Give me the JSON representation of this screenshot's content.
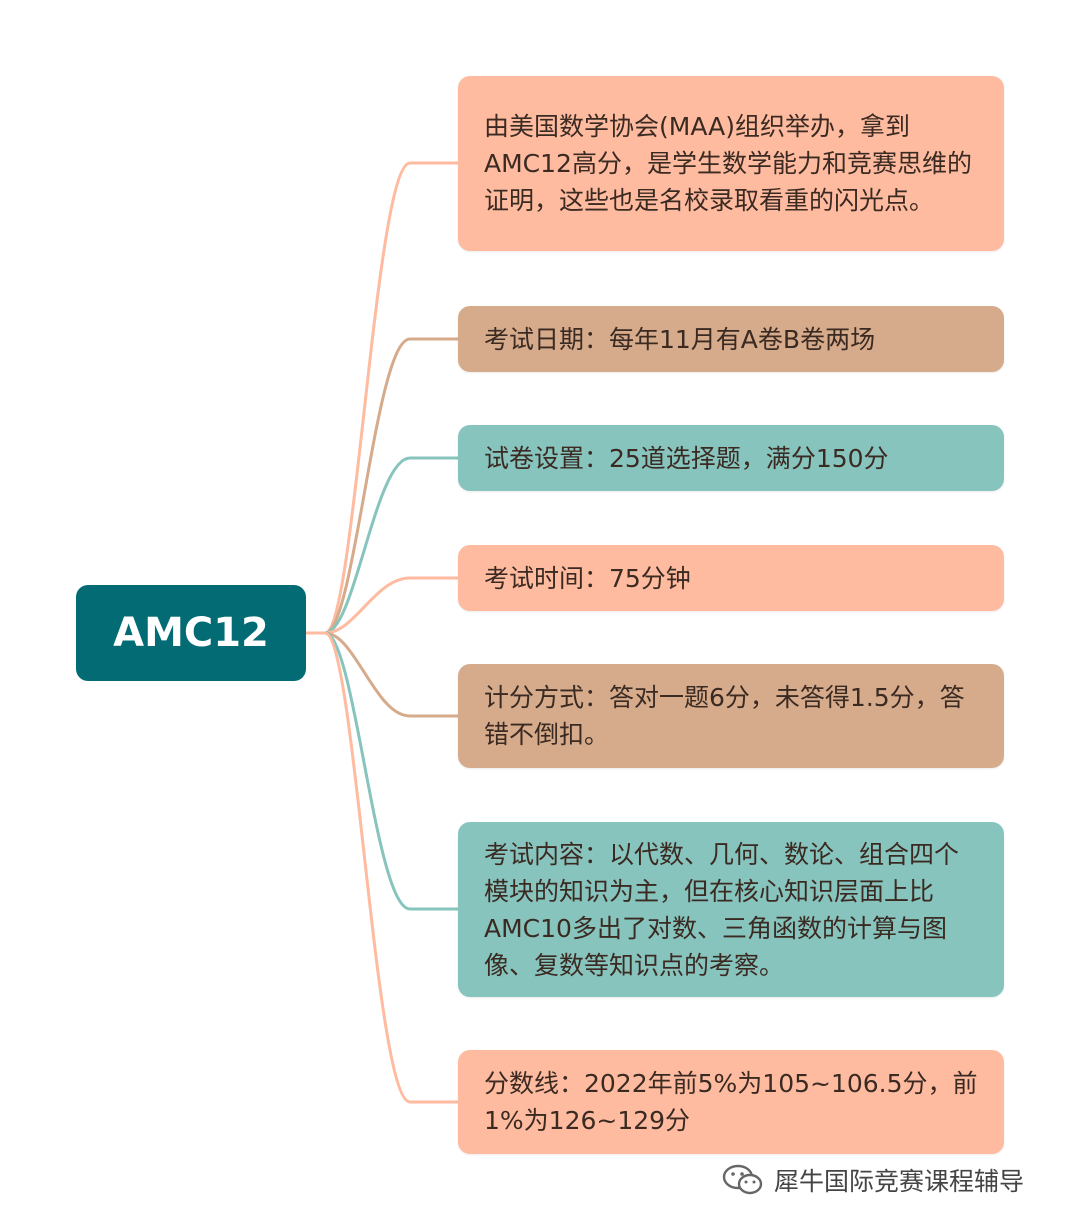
{
  "root": {
    "label": "AMC12",
    "color": "#036b74"
  },
  "branches": [
    {
      "text": "由美国数学协会(MAA)组织举办，拿到AMC12高分，是学生数学能力和竞赛思维的证明，这些也是名校录取看重的闪光点。",
      "color": "#febba0"
    },
    {
      "text": "考试日期：每年11月有A卷B卷两场",
      "color": "#d6ab8c"
    },
    {
      "text": "试卷设置：25道选择题，满分150分",
      "color": "#87c4bd"
    },
    {
      "text": "考试时间：75分钟",
      "color": "#febba0"
    },
    {
      "text": "计分方式：答对一题6分，未答得1.5分，答错不倒扣。",
      "color": "#d6ab8c"
    },
    {
      "text": "考试内容：以代数、几何、数论、组合四个模块的知识为主，但在核心知识层面上比AMC10多出了对数、三角函数的计算与图像、复数等知识点的考察。",
      "color": "#87c4bd"
    },
    {
      "text": "分数线：2022年前5%为105~106.5分，前1%为126~129分",
      "color": "#febba0"
    }
  ],
  "watermark": {
    "text": "犀牛国际竞赛课程辅导",
    "icon": "wechat-icon"
  }
}
